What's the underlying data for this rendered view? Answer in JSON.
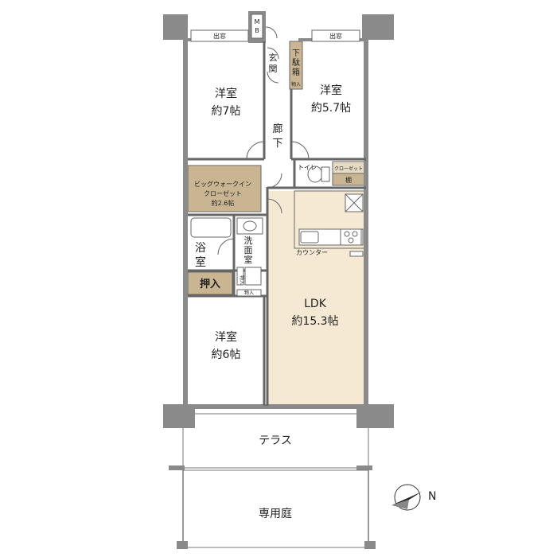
{
  "rooms": {
    "western_7": {
      "name": "洋室",
      "size": "約7帖"
    },
    "western_57": {
      "name": "洋室",
      "size": "約5.7帖"
    },
    "western_6": {
      "name": "洋室",
      "size": "約6帖"
    },
    "ldk": {
      "name": "LDK",
      "size": "約15.3帖"
    },
    "wic": {
      "name": "ビッグウォークイン",
      "name2": "クローゼット",
      "size": "約2.6帖"
    },
    "bath": {
      "c1": "浴",
      "c2": "室"
    },
    "washroom": {
      "c1": "洗",
      "c2": "面",
      "c3": "室"
    },
    "oshiire": "押入",
    "toilet": "トイレ",
    "closet": "クローゼット",
    "shelf": "棚",
    "entrance": {
      "c1": "玄",
      "c2": "関"
    },
    "shoebox": {
      "c1": "下",
      "c2": "駄",
      "c3": "箱"
    },
    "monoire": "物入",
    "corridor": {
      "c1": "廊",
      "c2": "下"
    },
    "mb": {
      "c1": "M",
      "c2": "B"
    },
    "counter": "カウンター",
    "bay_window_left": "出窓",
    "bay_window_right": "出窓",
    "terrace": "テラス",
    "garden": "専用庭",
    "monoire_small": "物入",
    "monoire_wash": "物入"
  },
  "compass": {
    "label": "N"
  },
  "colors": {
    "wall": "#8a8a8a",
    "room_floor": "#ffffff",
    "ldk_floor": "#f6e9d4",
    "storage": "#c9b592",
    "line": "#666666"
  }
}
